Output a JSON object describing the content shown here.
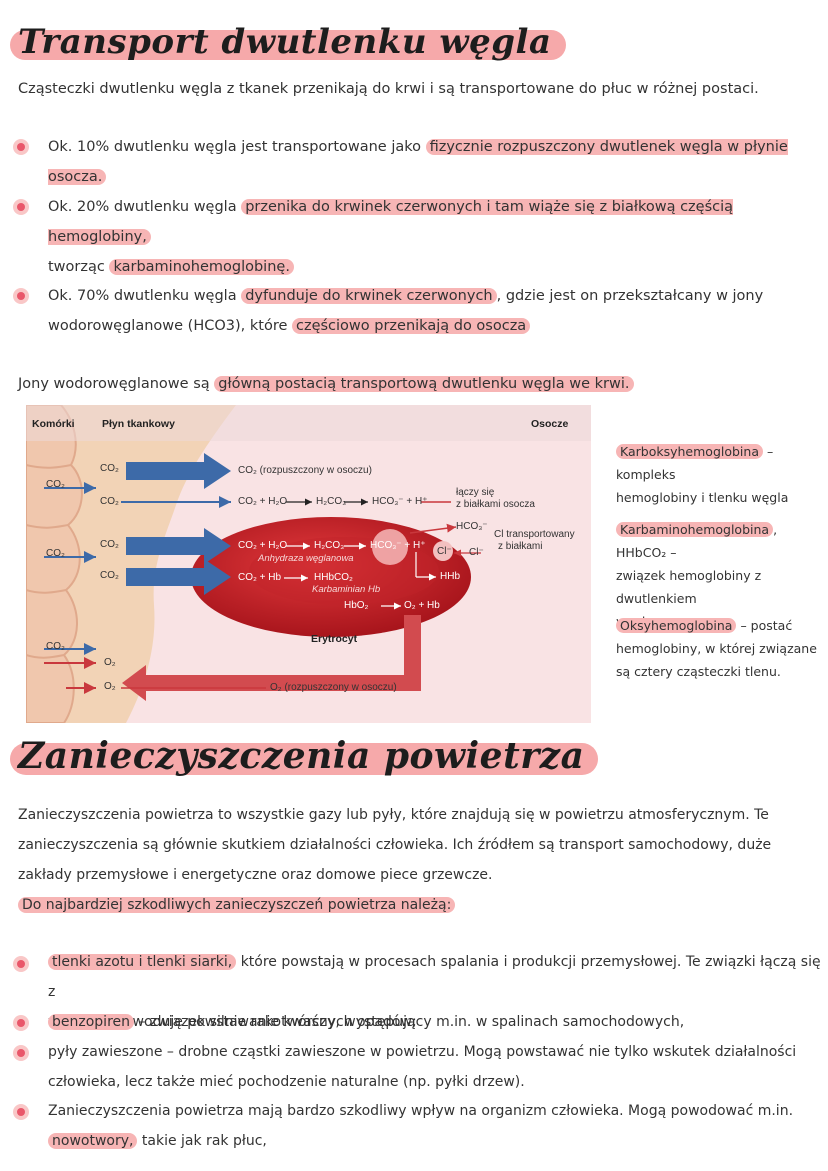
{
  "section1": {
    "title": "Transport dwutlenku węgla",
    "intro": "Cząsteczki dwutlenku węgla z tkanek przenikają do krwi i są transportowane do płuc w różnej postaci.",
    "b1_pre": "Ok. 10% dwutlenku węgla jest transportowane jako ",
    "b1_hl": "fizycznie rozpuszczony dwutlenek węgla w płynie osocza.",
    "b2_pre": "Ok. 20% dwutlenku węgla ",
    "b2_hl": "przenika do krwinek czerwonych i tam wiąże się z białkową częścią hemoglobiny,",
    "b2_l2_pre": "tworząc ",
    "b2_l2_hl": "karbaminohemoglobinę.",
    "b3_pre": "Ok. 70% dwutlenku węgla ",
    "b3_hl": "dyfunduje do krwinek czerwonych",
    "b3_post": ", gdzie jest on przekształcany w jony",
    "b3_l2_pre": "wodorowęglanowe (HCO3), które ",
    "b3_l2_hl": "częściowo przenikają do osocza",
    "summary_pre": "Jony wodorowęglanowe są ",
    "summary_hl": "główną postacią transportową dwutlenku węgla we krwi."
  },
  "diagram": {
    "komorki": "Komórki",
    "plyn": "Płyn tkankowy",
    "osocze": "Osocze",
    "co2": "CO₂",
    "o2": "O₂",
    "r1": "CO₂ (rozpuszczony w osoczu)",
    "r2a": "CO₂ + H₂O",
    "r2b": "H₂CO₃",
    "r2c": "HCO₃⁻ + H⁺",
    "r2d": "łączy się",
    "r2e": "z białkami osocza",
    "r3a": "CO₂ + H₂O",
    "r3b": "H₂CO₃",
    "r3c": "HCO₃⁻ + H⁺",
    "anh": "Anhydraza węglanowa",
    "hco3": "HCO₃⁻",
    "cl_small": "Cl⁻",
    "cl_circle": "Cl⁻",
    "clt1": "Cl transportowany",
    "clt2": "z białkami",
    "r4a": "CO₂ + Hb",
    "r4b": "HHbCO₂",
    "karb": "Karbaminian Hb",
    "hhb": "HHb",
    "r5a": "HbO₂",
    "r5b": "O₂ + Hb",
    "erytrocyt": "Erytrocyt",
    "o2r": "O₂ (rozpuszczony w osoczu)"
  },
  "side": {
    "k1_hl": "Karboksyhemoglobina",
    "k1_rest": " – kompleks",
    "k1_l2": "hemoglobiny i tlenku węgla",
    "k2_hl": "Karbaminohemoglobina",
    "k2_rest": ", HHbCO₂ –",
    "k2_l2": "związek hemoglobiny z dwutlenkiem",
    "k2_l3": "węgla",
    "k3_hl": "Oksyhemoglobina",
    "k3_rest": " – postać",
    "k3_l2": "hemoglobiny, w której związane",
    "k3_l3": "są cztery cząsteczki tlenu."
  },
  "section2": {
    "title": "Zanieczyszczenia powietrza",
    "p1": "Zanieczyszczenia powietrza to wszystkie gazy lub pyły, które znajdują się w powietrzu atmosferycznym. Te",
    "p2": "zanieczyszczenia są głównie skutkiem działalności człowieka. Ich źródłem są transport samochodowy, duże",
    "p3": "zakłady przemysłowe i energetyczne oraz domowe piece grzewcze.",
    "p4_hl": "Do najbardziej szkodliwych zanieczyszczeń powietrza należą:",
    "i1_hl": "tlenki azotu i tlenki siarki,",
    "i1_rest": " które powstają w procesach spalania i produkcji przemysłowej. Te związki łączą się z",
    "i1_l2": "wodą, co powoduje powstawanie kwaśnych opadów;",
    "i2_hl": "benzopiren",
    "i2_rest": " – związek silnie rakotwórczy, występujący m.in. w spalinach samochodowych,",
    "i3": "pyły zawieszone – drobne cząstki zawieszone w powietrzu. Mogą powstawać nie tylko wskutek działalności",
    "i3_l2": "człowieka, lecz także mieć pochodzenie naturalne (np. pyłki drzew).",
    "i4": "Zanieczyszczenia powietrza mają bardzo szkodliwy wpływ na organizm człowieka. Mogą powodować m.in.",
    "i4_l2_hl": "nowotwory,",
    "i4_l2_rest": " takie jak rak płuc,"
  }
}
